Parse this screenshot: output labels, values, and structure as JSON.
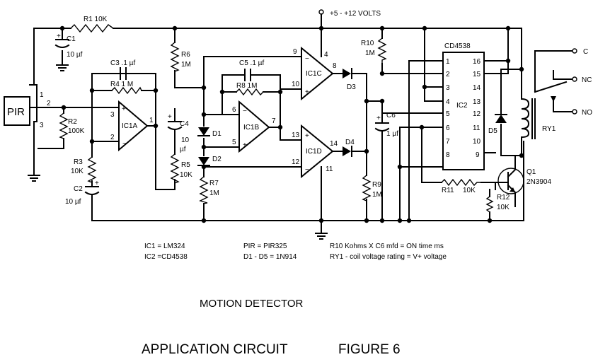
{
  "supply": "+5 - +12 VOLTS",
  "pir": {
    "label": "PIR",
    "pins": [
      "1",
      "2",
      "3"
    ]
  },
  "r1": "R1  10K",
  "c1": {
    "name": "C1",
    "value": "10 µf"
  },
  "r2": {
    "name": "R2",
    "value": "100K"
  },
  "r3": {
    "name": "R3",
    "value": "10K"
  },
  "c2": {
    "name": "C2",
    "value": "10 µf"
  },
  "c3": "C3 .1  µf",
  "r4": "R4  1 M",
  "ic1a": {
    "name": "IC1A",
    "pins": [
      "3",
      "2",
      "1"
    ]
  },
  "r6": {
    "name": "R6",
    "value": "1M"
  },
  "c4": {
    "name": "C4",
    "value": "10",
    "unit": "µf"
  },
  "r5": {
    "name": "R5",
    "value": "10K"
  },
  "d1": "D1",
  "d2": "D2",
  "r7": {
    "name": "R7",
    "value": "1M"
  },
  "c5": "C5 .1  µf",
  "r8": "R8 1M",
  "ic1b": {
    "name": "IC1B",
    "pins": [
      "6",
      "5",
      "7"
    ]
  },
  "ic1c": {
    "name": "IC1C",
    "pins": [
      "9",
      "10",
      "8",
      "4"
    ]
  },
  "ic1d": {
    "name": "IC1D",
    "pins": [
      "13",
      "12",
      "14",
      "11"
    ]
  },
  "d3": "D3",
  "d4": "D4",
  "r9": {
    "name": "R9",
    "value": "1M"
  },
  "r10": {
    "name": "R10",
    "value": "1M"
  },
  "c6": {
    "name": "C6",
    "value": "1 µf"
  },
  "ic2": {
    "title": "CD4538",
    "name": "IC2",
    "left_pins": [
      "1",
      "2",
      "3",
      "4",
      "5",
      "6",
      "7",
      "8"
    ],
    "right_pins": [
      "16",
      "15",
      "14",
      "13",
      "12",
      "11",
      "10",
      "9"
    ]
  },
  "d5": "D5",
  "ry1": "RY1",
  "relay_contacts": [
    "C",
    "NC",
    "NO"
  ],
  "r11": {
    "name": "R11",
    "value": "10K"
  },
  "r12": {
    "name": "R12",
    "value": "10K"
  },
  "q1": {
    "name": "Q1",
    "part": "2N3904"
  },
  "notes": {
    "ic1": "IC1 = LM324",
    "ic2": "IC2 =CD4538",
    "pir": "PIR = PIR325",
    "diodes": "D1 - D5 = 1N914",
    "timing": "R10 Kohms   X   C6 mfd  =  ON time ms",
    "relay": "RY1 - coil voltage rating = V+ voltage"
  },
  "caption": "MOTION DETECTOR",
  "figure_title": "APPLICATION CIRCUIT",
  "figure_number": "FIGURE  6"
}
